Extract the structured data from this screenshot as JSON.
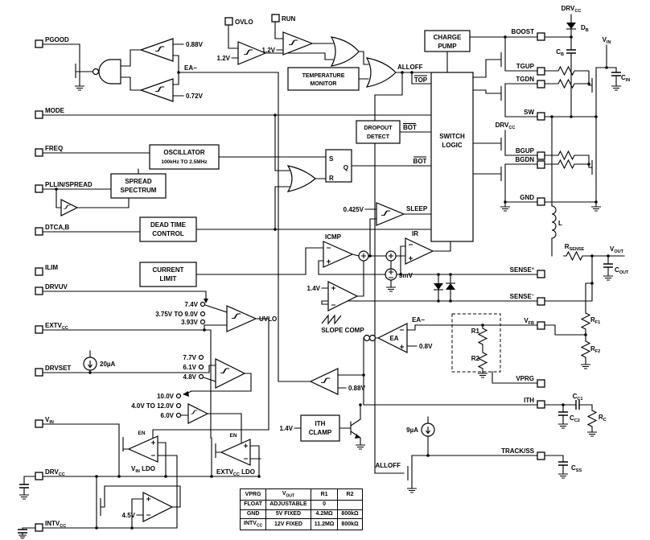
{
  "pins_left": {
    "pgood": "PGOOD",
    "mode": "MODE",
    "freq": "FREQ",
    "pllin": "PLLIN/SPREAD",
    "dtc": "DTCA,B",
    "ilim": "ILIM",
    "drvuv": "DRVUV",
    "extvcc_pre": "EXTV",
    "extvcc_sub": "CC",
    "drvset": "DRVSET",
    "vin_pre": "V",
    "vin_sub": "IN",
    "drvcc_pre": "DRV",
    "drvcc_sub": "CC",
    "intvcc_pre": "INTV",
    "intvcc_sub": "CC"
  },
  "pins_right": {
    "boost": "BOOST",
    "tgup": "TGUP",
    "tgdn": "TGDN",
    "sw": "SW",
    "bgup": "BGUP",
    "bgdn": "BGDN",
    "gnd": "GND",
    "sense_p_pre": "SENSE",
    "sense_p_sup": "+",
    "sense_m_pre": "SENSE",
    "sense_m_sup": "−",
    "vfb_pre": "V",
    "vfb_sub": "FB",
    "vprg": "VPRG",
    "ith": "ITH",
    "trackss": "TRACK/SS"
  },
  "blocks": {
    "charge_pump": [
      "CHARGE",
      "PUMP"
    ],
    "switch_logic": [
      "SWITCH",
      "LOGIC"
    ],
    "temp_monitor": [
      "TEMPERATURE",
      "MONITOR"
    ],
    "dropout": [
      "DROPOUT",
      "DETECT"
    ],
    "oscillator": [
      "OSCILLATOR",
      "100kHz TO 2.5MHz"
    ],
    "spread": [
      "SPREAD",
      "SPECTRUM"
    ],
    "dead_time": [
      "DEAD TIME",
      "CONTROL"
    ],
    "current_limit": [
      "CURRENT",
      "LIMIT"
    ],
    "ith_clamp": [
      "ITH",
      "CLAMP"
    ]
  },
  "latch": {
    "s": "S",
    "q": "Q",
    "r": "R"
  },
  "signals": {
    "ovlo": "OVLO",
    "run": "RUN",
    "alloff": "ALLOFF",
    "alloff2": "ALLOFF",
    "top": "TOP",
    "bot": "BOT",
    "bot2": "BOT",
    "sleep": "SLEEP",
    "icmp": "ICMP",
    "ir": "IR",
    "ea": "EA",
    "ea_minus": "EA−",
    "ea_minus2": "EA−",
    "uvlo": "UVLO",
    "slope_comp": "SLOPE COMP",
    "en1": "EN",
    "en2": "EN",
    "vin_ldo_pre": "V",
    "vin_ldo_sub": "IN",
    "vin_ldo_post": " LDO",
    "extvcc_ldo_pre": "EXTV",
    "extvcc_ldo_sub": "CC",
    "extvcc_ldo_post": " LDO"
  },
  "values": {
    "v088_pgood": "0.88V",
    "v072_pgood": "0.72V",
    "v12_ovlo": "1.2V",
    "v12_run": "1.2V",
    "v0425": "0.425V",
    "v14_slope": "1.4V",
    "v14_ith": "1.4V",
    "mv3": "3mV",
    "v74": "7.4V",
    "v375_90": "3.75V TO 9.0V",
    "v393": "3.93V",
    "v77": "7.7V",
    "v61": "6.1V",
    "v48": "4.8V",
    "v100": "10.0V",
    "v40_120": "4.0V TO 12.0V",
    "v60": "6.0V",
    "v45": "4.5V",
    "v08": "0.8V",
    "v088_ea": "0.88V",
    "ua20": "20µA",
    "ua9": "9µA"
  },
  "components": {
    "drvcc_top_pre": "DRV",
    "drvcc_top_sub": "CC",
    "drvcc_mid_pre": "DRV",
    "drvcc_mid_sub": "CC",
    "db_pre": "D",
    "db_sub": "B",
    "vin_top_pre": "V",
    "vin_top_sub": "IN",
    "cb_pre": "C",
    "cb_sub": "B",
    "cin_pre": "C",
    "cin_sub": "IN",
    "l": "L",
    "rsense_pre": "R",
    "rsense_sub": "SENSE",
    "vout_pre": "V",
    "vout_sub": "OUT",
    "cout_pre": "C",
    "cout_sub": "OUT",
    "r1": "R1",
    "r2": "R2",
    "rf1_pre": "R",
    "rf1_sub": "F1",
    "rf2_pre": "R",
    "rf2_sub": "F2",
    "cc1_pre": "C",
    "cc1_sub": "C1",
    "cc2_pre": "C",
    "cc2_sub": "C2",
    "rc_pre": "R",
    "rc_sub": "C",
    "css_pre": "C",
    "css_sub": "SS"
  },
  "table": {
    "h0": "VPRG",
    "h1_pre": "V",
    "h1_sub": "OUT",
    "h2": "R1",
    "h3": "R2",
    "r0": {
      "c0": "FLOAT",
      "c1": "ADJUSTABLE",
      "c2": "0",
      "c3": ""
    },
    "r1": {
      "c0": "GND",
      "c1": "5V FIXED",
      "c2": "4.2MΩ",
      "c3": "800kΩ"
    },
    "r2": {
      "c0_pre": "INTV",
      "c0_sub": "CC",
      "c1": "12V FIXED",
      "c2": "11.2MΩ",
      "c3": "800kΩ"
    }
  }
}
